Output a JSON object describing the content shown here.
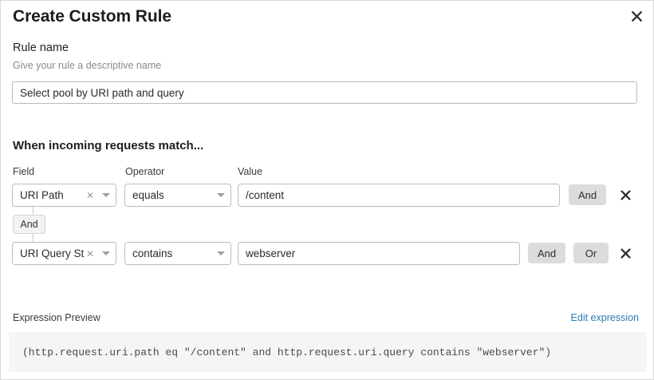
{
  "dialog": {
    "title": "Create Custom Rule",
    "close_icon": "close-icon"
  },
  "rule_name": {
    "label": "Rule name",
    "help": "Give your rule a descriptive name",
    "value": "Select pool by URI path and query",
    "placeholder": ""
  },
  "match_section": {
    "heading": "When incoming requests match...",
    "columns": {
      "field": "Field",
      "operator": "Operator",
      "value": "Value"
    },
    "connector": "And",
    "conditions": [
      {
        "field": "URI Path",
        "operator": "equals",
        "value": "/content",
        "buttons": [
          "And"
        ],
        "clear_icon": "clear-icon",
        "chevron_icon": "chevron-down-icon",
        "delete_icon": "delete-icon"
      },
      {
        "field": "URI Query St...",
        "operator": "contains",
        "value": "webserver",
        "buttons": [
          "And",
          "Or"
        ],
        "clear_icon": "clear-icon",
        "chevron_icon": "chevron-down-icon",
        "delete_icon": "delete-icon"
      }
    ]
  },
  "expression_preview": {
    "label": "Expression Preview",
    "edit_link": "Edit expression",
    "expression": "(http.request.uri.path eq \"/content\" and http.request.uri.query contains \"webserver\")"
  },
  "colors": {
    "link": "#2c7cb0",
    "button_gray": "#dcdcdc",
    "code_bg": "#f5f5f5",
    "border": "#bdbdbd"
  }
}
